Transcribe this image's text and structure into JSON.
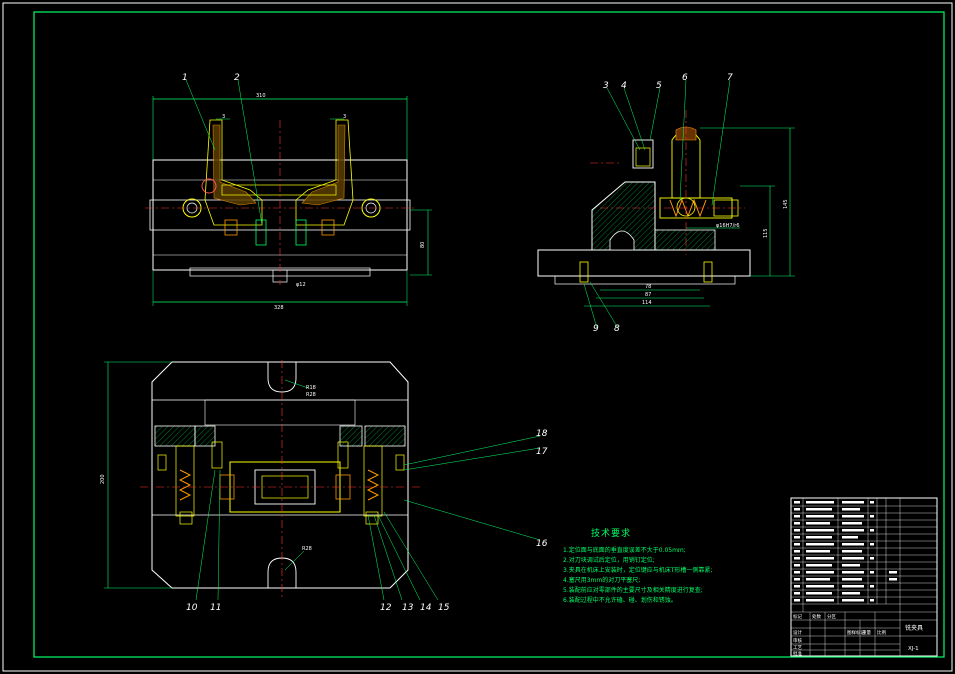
{
  "views": {
    "front": {
      "part_numbers": [
        "1",
        "2"
      ],
      "dimensions": [
        "310",
        "3",
        "3",
        "80",
        "φ12",
        "328"
      ]
    },
    "side": {
      "part_numbers": [
        "3",
        "4",
        "5",
        "6",
        "7",
        "8",
        "9"
      ],
      "dimensions": [
        "145",
        "115",
        "φ16H7/r6",
        "78",
        "87",
        "114"
      ]
    },
    "top": {
      "part_numbers": [
        "10",
        "11",
        "12",
        "13",
        "14",
        "15",
        "16",
        "17",
        "18"
      ],
      "dimensions": [
        "R18",
        "R28",
        "200",
        "R28"
      ]
    }
  },
  "technical_requirements": {
    "title": "技术要求",
    "lines": [
      "1.定位面与底面的垂直度误差不大于0.05mm;",
      "2.对刀块调试后定位，用销钉定位;",
      "3.夹具在机床上安装时，定位键应与机床T形槽一侧靠紧;",
      "4.塞尺用3mm的对刀平塞尺;",
      "5.装配前应对零部件的主要尺寸及相关精度进行复查;",
      "6.装配过程中不允许磕、碰、划伤和锈蚀。"
    ]
  },
  "title_block": {
    "drawing_name": "铣夹具",
    "drawing_code": "XJ-1",
    "labels": [
      "标记",
      "处数",
      "分区",
      "设计",
      "审核",
      "工艺",
      "批准",
      "图样标记",
      "重量",
      "比例"
    ]
  }
}
